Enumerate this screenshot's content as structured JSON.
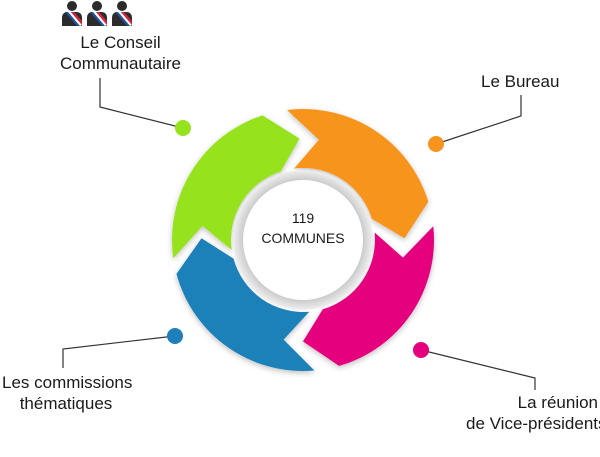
{
  "center": {
    "line1": "119",
    "line2": "COMMUNES"
  },
  "segments": [
    {
      "id": "conseil",
      "label_line1": "Le Conseil",
      "label_line2": "Communautaire",
      "color": "#96e21e",
      "icon": "people-with-sash-icon"
    },
    {
      "id": "bureau",
      "label_line1": "Le Bureau",
      "label_line2": "",
      "color": "#f7941d"
    },
    {
      "id": "vice",
      "label_line1": "La réunion",
      "label_line2": "de Vice-présidents",
      "color": "#e5007e"
    },
    {
      "id": "commissions",
      "label_line1": "Les commissions",
      "label_line2": "thématiques",
      "color": "#1f80b9"
    }
  ],
  "colors": {
    "ring_inner": "#d9d9d9",
    "center_fill": "#ffffff",
    "leader_line": "#333333",
    "icon_dark": "#2b2b2b",
    "sash_red": "#d6243a",
    "sash_blue": "#1f4fa3"
  }
}
